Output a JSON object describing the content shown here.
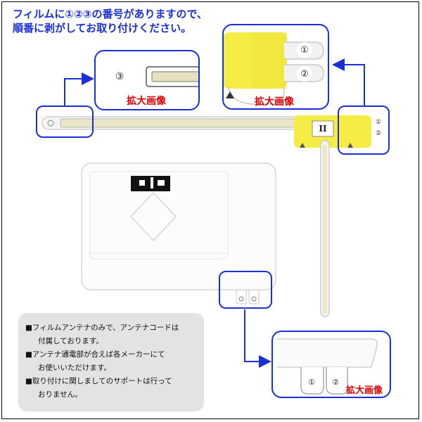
{
  "heading": {
    "line1": "フィルムに①②③の番号がありますので、",
    "line2": "順番に剥がしてお取り付けください。"
  },
  "zoom_label": "拡大画像",
  "antenna_label": "II",
  "circle_numbers": {
    "one": "①",
    "two": "②",
    "three": "③"
  },
  "notes": [
    "■フィルムアンテナのみで、アンテナコードは",
    "付属しております。",
    "■アンテナ通電部が合えば各メーカーにて",
    "お使いいただけます。",
    "■取り付けに関しましてのサポートは行って",
    "おりません。"
  ],
  "colors": {
    "accent_blue": "#1a2fd6",
    "label_red": "#e00000",
    "film_yellow": "#f5ec46"
  }
}
